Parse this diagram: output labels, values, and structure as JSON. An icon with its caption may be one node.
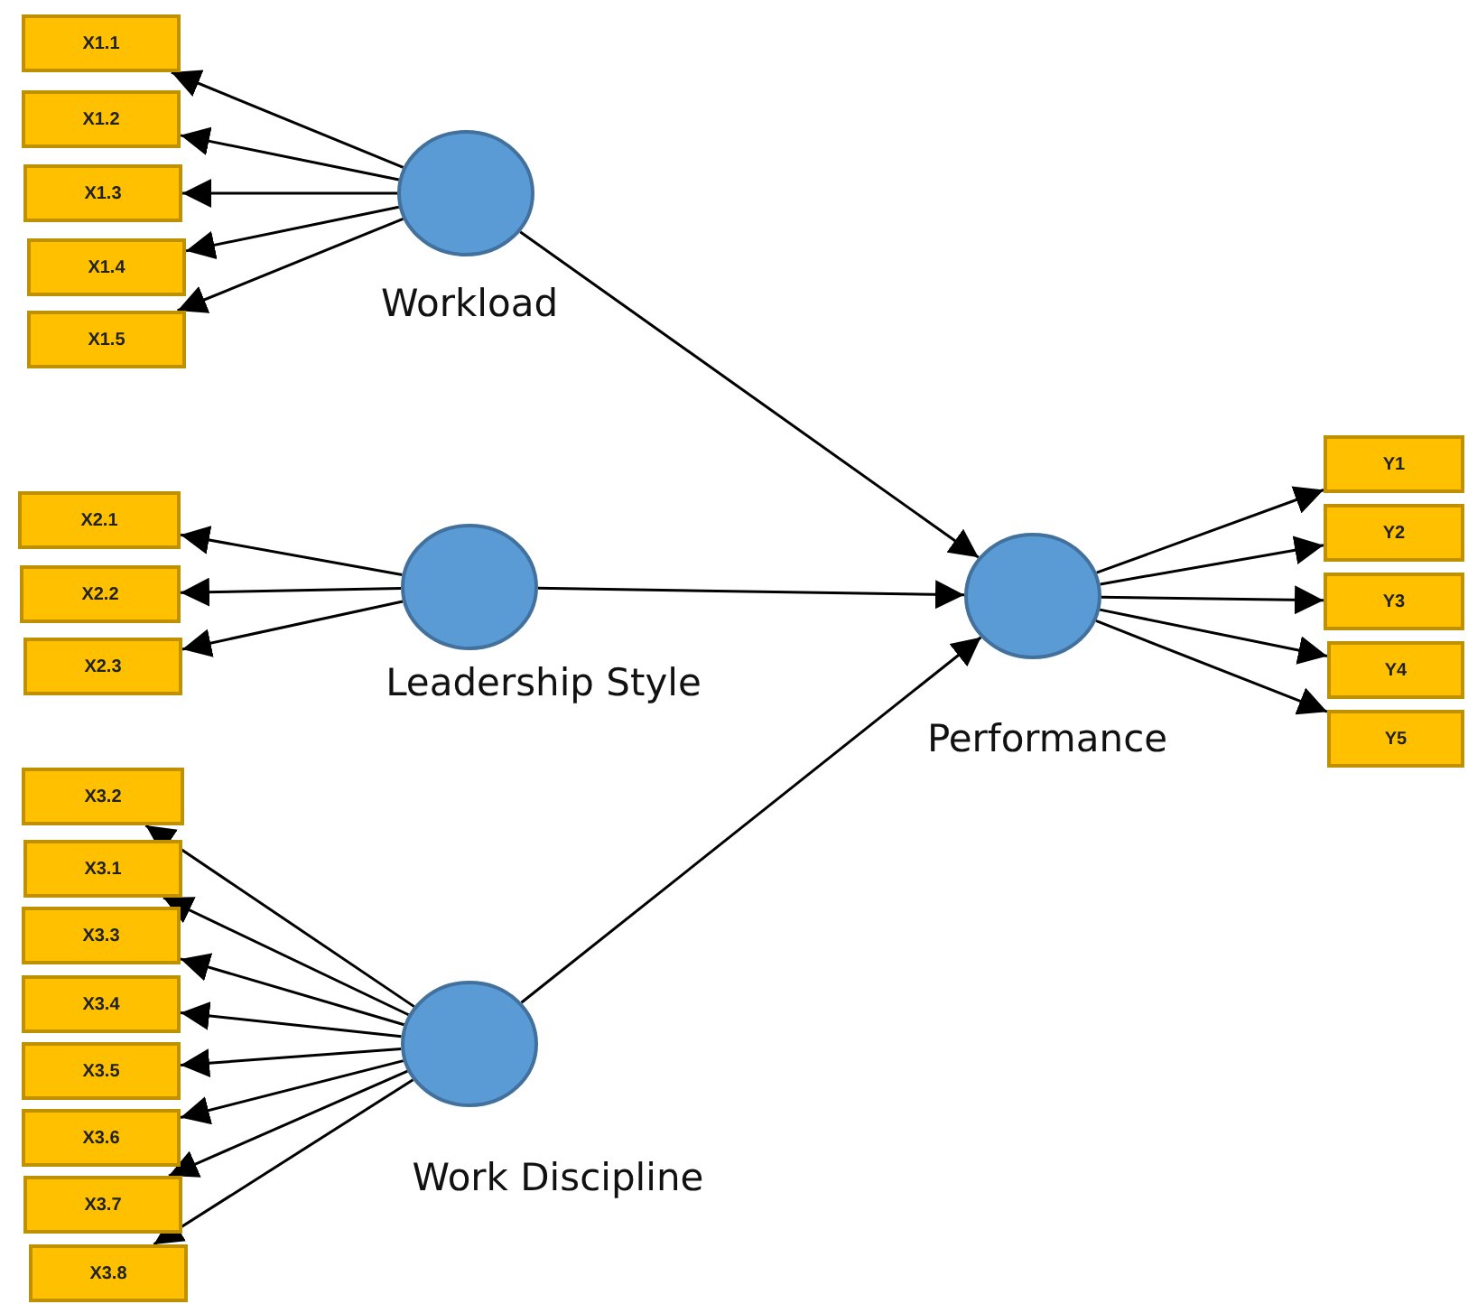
{
  "diagram": {
    "nodes": [
      {
        "text": [
          "X1.1"
        ]
      },
      {
        "text": [
          "X1.2"
        ]
      },
      {
        "text": [
          "X1.3"
        ]
      },
      {
        "text": [
          "X1.4"
        ]
      },
      {
        "text": [
          "X1.5"
        ]
      },
      {
        "text": [
          "Workload"
        ]
      },
      {
        "text": [
          "X2.1"
        ]
      },
      {
        "text": [
          "X2.2"
        ]
      },
      {
        "text": [
          "X2.3"
        ]
      },
      {
        "text": [
          "Leadership Style"
        ]
      },
      {
        "text": [
          "X3.2"
        ]
      },
      {
        "text": [
          "X3.1"
        ]
      },
      {
        "text": [
          "X3.3"
        ]
      },
      {
        "text": [
          "X3.4"
        ]
      },
      {
        "text": [
          "X3.5"
        ]
      },
      {
        "text": [
          "X3.6"
        ]
      },
      {
        "text": [
          "X3.7"
        ]
      },
      {
        "text": [
          "X3.8"
        ]
      },
      {
        "text": [
          "Work Discipline"
        ]
      },
      {
        "text": [
          "Performance"
        ]
      },
      {
        "text": [
          "Y1"
        ]
      },
      {
        "text": [
          "Y2"
        ]
      },
      {
        "text": [
          "Y3"
        ]
      },
      {
        "text": [
          "Y4"
        ]
      },
      {
        "text": [
          "Y5"
        ]
      }
    ],
    "edges": [
      {
        "from": 5,
        "to": 0,
        "arrow": "to"
      },
      {
        "from": 5,
        "to": 1,
        "arrow": "to"
      },
      {
        "from": 5,
        "to": 2,
        "arrow": "to"
      },
      {
        "from": 5,
        "to": 3,
        "arrow": "to"
      },
      {
        "from": 5,
        "to": 4,
        "arrow": "to"
      },
      {
        "from": 9,
        "to": 6,
        "arrow": "to"
      },
      {
        "from": 9,
        "to": 7,
        "arrow": "to"
      },
      {
        "from": 9,
        "to": 8,
        "arrow": "to"
      },
      {
        "from": 18,
        "to": 10,
        "arrow": "to"
      },
      {
        "from": 18,
        "to": 11,
        "arrow": "to"
      },
      {
        "from": 18,
        "to": 12,
        "arrow": "to"
      },
      {
        "from": 18,
        "to": 13,
        "arrow": "to"
      },
      {
        "from": 18,
        "to": 14,
        "arrow": "to"
      },
      {
        "from": 18,
        "to": 15,
        "arrow": "to"
      },
      {
        "from": 18,
        "to": 16,
        "arrow": "to"
      },
      {
        "from": 18,
        "to": 17,
        "arrow": "to"
      },
      {
        "from": 5,
        "to": 19,
        "arrow": "to"
      },
      {
        "from": 9,
        "to": 19,
        "arrow": "to"
      },
      {
        "from": 18,
        "to": 19,
        "arrow": "to"
      },
      {
        "from": 19,
        "to": 20,
        "arrow": "to"
      },
      {
        "from": 19,
        "to": 21,
        "arrow": "to"
      },
      {
        "from": 19,
        "to": 22,
        "arrow": "to"
      },
      {
        "from": 19,
        "to": 23,
        "arrow": "to"
      },
      {
        "from": 19,
        "to": 24,
        "arrow": "to"
      }
    ]
  }
}
